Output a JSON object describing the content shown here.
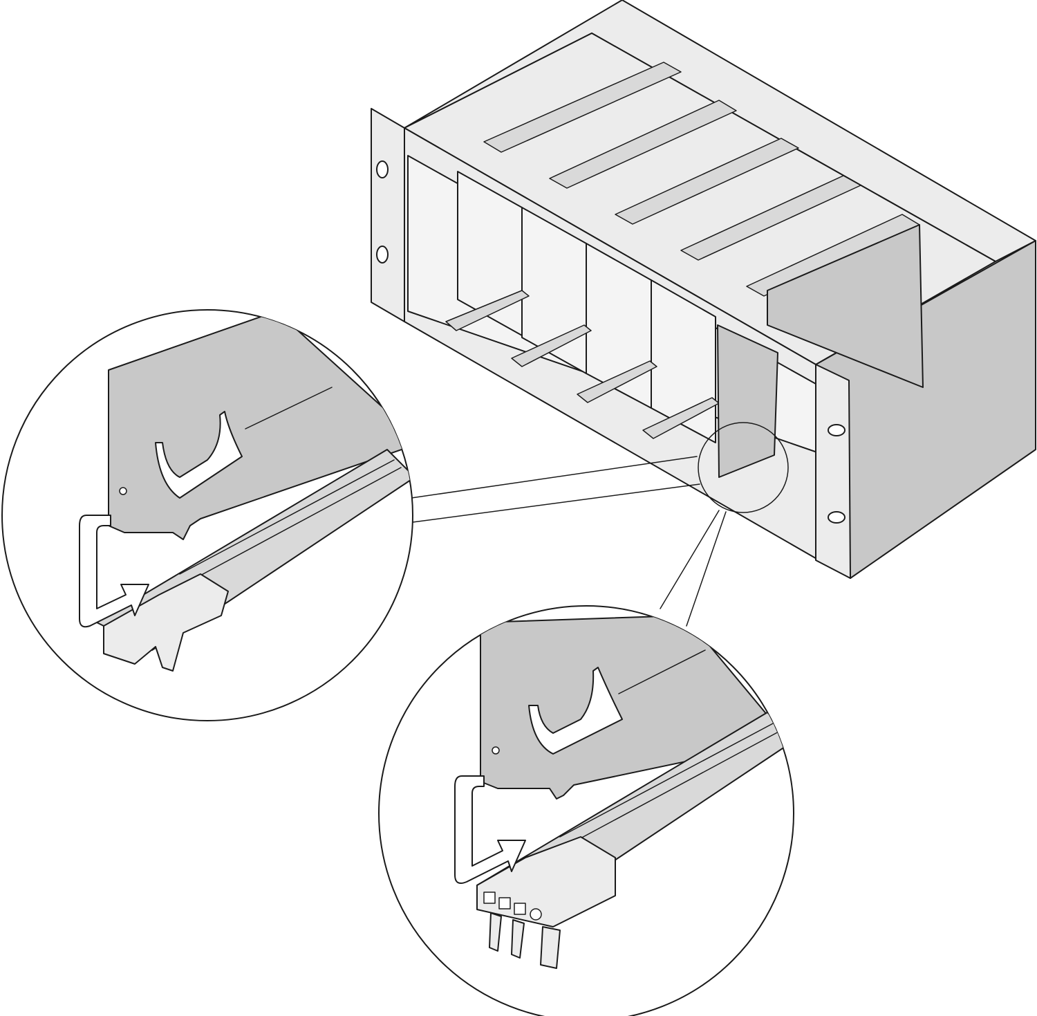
{
  "figure": {
    "kind": "technical-illustration",
    "subject-icon": "subrack-with-guide-rail-and-front-panel",
    "detail-views": [
      {
        "id": "detail-a",
        "icon": "panel-on-guide-rail-clip-icon"
      },
      {
        "id": "detail-b",
        "icon": "panel-on-guide-rail-coded-clip-icon"
      }
    ]
  },
  "colors": {
    "line": "#1a1a1a",
    "panel_fill": "#c8c8c8",
    "frame_fill": "#ececec",
    "board_fill": "#f4f4f4",
    "rail_fill": "#d9d9d9",
    "background": "#ffffff"
  }
}
